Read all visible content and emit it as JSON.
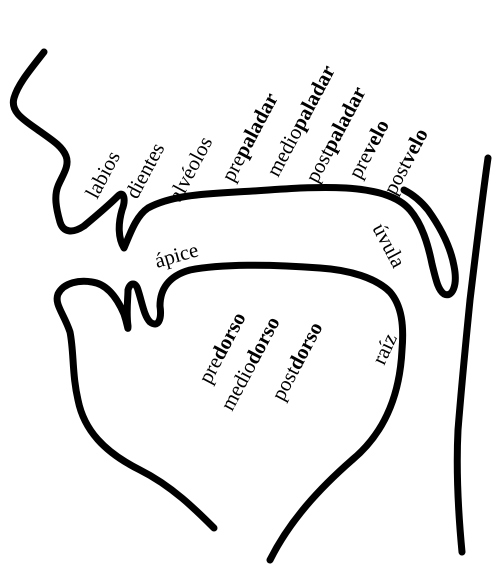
{
  "labels": {
    "labios": "labios",
    "dientes": "dientes",
    "alveolos": "alvéolos",
    "prepaladar": {
      "prefix": "pre",
      "root": "paladar"
    },
    "mediopaladar": {
      "prefix": "medio",
      "root": "paladar"
    },
    "postpaladar": {
      "prefix": "post",
      "root": "paladar"
    },
    "prevelo": {
      "prefix": "pre",
      "root": "velo"
    },
    "postvelo": {
      "prefix": "post",
      "root": "velo"
    },
    "uvula": "úvula",
    "apice": "ápice",
    "predorso": {
      "prefix": "pre",
      "root": "dorso"
    },
    "mediodorso": {
      "prefix": "medio",
      "root": "dorso"
    },
    "postdorso": {
      "prefix": "post",
      "root": "dorso"
    },
    "raiz": "raíz"
  }
}
